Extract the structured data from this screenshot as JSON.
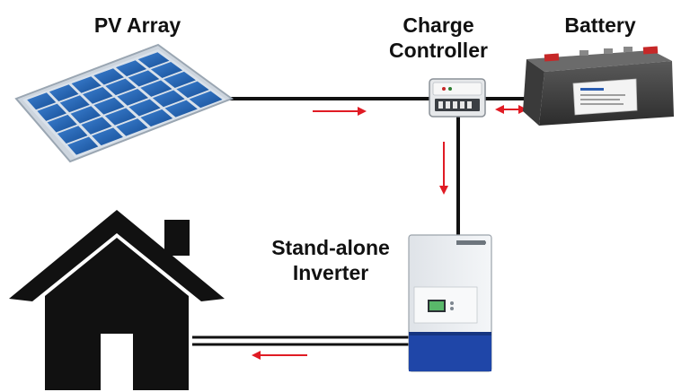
{
  "labels": {
    "pv_array": "PV Array",
    "charge_controller_line1": "Charge",
    "charge_controller_line2": "Controller",
    "battery": "Battery",
    "inverter_line1": "Stand-alone",
    "inverter_line2": "Inverter"
  },
  "colors": {
    "wire": "#111111",
    "arrow": "#e01b24",
    "panel_cell": "#1f5fae",
    "panel_frame": "#d6dde6",
    "battery_body": "#4a4a4a",
    "inverter_body": "#e9ecef",
    "inverter_base": "#1f46a8",
    "house": "#111111"
  }
}
